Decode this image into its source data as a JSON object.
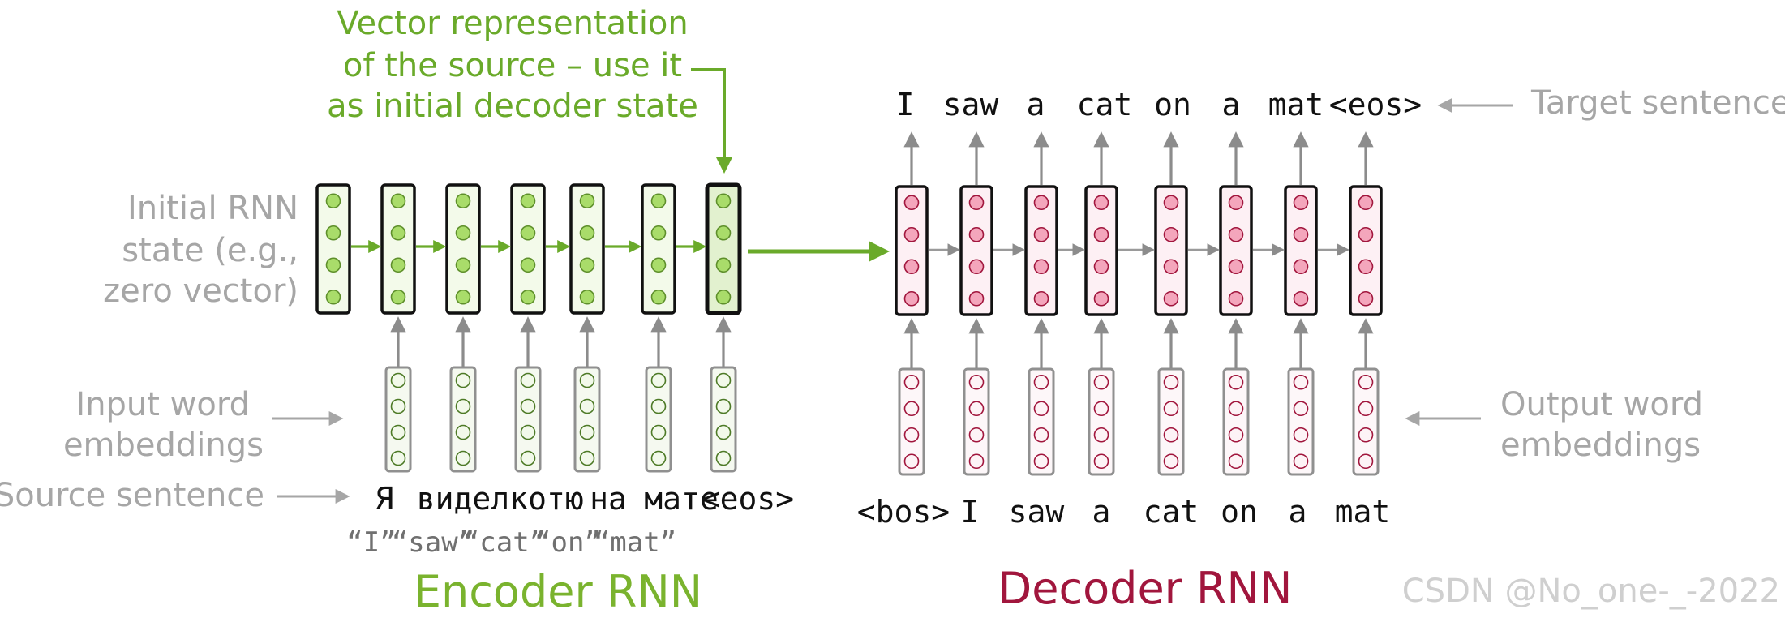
{
  "labels": {
    "vector_line1": "Vector representation",
    "vector_line2": "of the source – use it",
    "vector_line3": "as initial decoder state",
    "initial_line1": "Initial RNN",
    "initial_line2": "state (e.g.,",
    "initial_line3": "zero vector)",
    "input_line1": "Input word",
    "input_line2": "embeddings",
    "source_sentence": "Source sentence",
    "target_sentence": "Target sentence",
    "output_line1": "Output word",
    "output_line2": "embeddings",
    "encoder_title": "Encoder RNN",
    "decoder_title": "Decoder RNN",
    "watermark": "CSDN @No_one-_-2022"
  },
  "source_tokens": [
    "Я",
    "видел",
    "котю",
    "на",
    "мате",
    "<eos>"
  ],
  "source_glosses": [
    "“I”",
    "“saw”",
    "“cat”",
    "“on”",
    "“mat”"
  ],
  "target_tokens": [
    "I",
    "saw",
    "a",
    "cat",
    "on",
    "a",
    "mat",
    "<eos>"
  ],
  "decoder_input_tokens": [
    "<bos>",
    "I",
    "saw",
    "a",
    "cat",
    "on",
    "a",
    "mat"
  ],
  "colors": {
    "encoder_green": "#7ab32e",
    "encoder_cell_fill": "#eef7e2",
    "encoder_dot": "#a9dc6a",
    "decoder_red": "#a1163d",
    "decoder_cell_fill": "#fdeef2",
    "decoder_dot": "#f4a6bc",
    "arrow_gray": "#8c8c8c",
    "label_gray": "#a6a6a6"
  }
}
